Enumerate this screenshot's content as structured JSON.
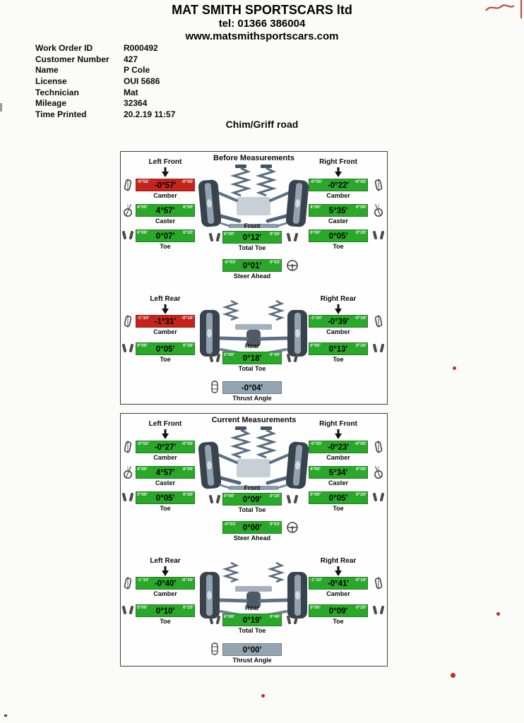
{
  "header": {
    "company": "MAT SMITH SPORTSCARS ltd",
    "phone": "tel: 01366 386004",
    "website": "www.matsmithsportscars.com"
  },
  "work_order": {
    "rows": [
      {
        "label": "Work Order ID",
        "value": "R000492"
      },
      {
        "label": "Customer Number",
        "value": "427"
      },
      {
        "label": "Name",
        "value": "P Cole"
      },
      {
        "label": "License",
        "value": "OUI 5686"
      },
      {
        "label": "Technician",
        "value": "Mat"
      },
      {
        "label": "Mileage",
        "value": "32364"
      },
      {
        "label": "Time Printed",
        "value": "20.2.19 11:57"
      }
    ]
  },
  "vehicle_title": "Chim/Griff road",
  "colors": {
    "ok": "#2aa82a",
    "out": "#c5241c",
    "neutral": "#93a5b1"
  },
  "labels": {
    "left_front": "Left Front",
    "right_front": "Right Front",
    "left_rear": "Left Rear",
    "right_rear": "Right Rear",
    "front": "Front",
    "rear": "Rear",
    "camber": "Camber",
    "caster": "Caster",
    "toe": "Toe",
    "total_toe": "Total Toe",
    "steer_ahead": "Steer Ahead",
    "thrust_angle": "Thrust Angle"
  },
  "icons": {
    "camber": "camber-wheel-tilt-icon",
    "caster": "caster-angle-icon",
    "toe": "toe-wheels-icon",
    "steer_ahead": "steering-wheel-icon",
    "thrust": "car-top-view-icon",
    "wheel_pointer": "down-arrow-icon"
  },
  "panels": {
    "before": {
      "title": "Before Measurements",
      "left_front": {
        "camber": {
          "value": "-0°57'",
          "state": "out",
          "lo": "-0°55'",
          "hi": "-0°05'"
        },
        "caster": {
          "value": "4°57'",
          "state": "ok",
          "lo": "4°00'",
          "hi": "6°00'"
        },
        "toe": {
          "value": "0°07'",
          "state": "ok",
          "lo": "0°00'",
          "hi": "0°20'"
        }
      },
      "right_front": {
        "camber": {
          "value": "-0°22'",
          "state": "ok",
          "lo": "-0°55'",
          "hi": "-0°05'"
        },
        "caster": {
          "value": "5°35'",
          "state": "ok",
          "lo": "4°00'",
          "hi": "6°00'"
        },
        "toe": {
          "value": "0°05'",
          "state": "ok",
          "lo": "0°00'",
          "hi": "0°20'"
        }
      },
      "front_total_toe": {
        "value": "0°12'",
        "state": "ok",
        "lo": "0°00'",
        "hi": "0°20'"
      },
      "steer_ahead": {
        "value": "0°01'",
        "state": "ok",
        "lo": "-0°03'",
        "hi": "0°03'"
      },
      "left_rear": {
        "camber": {
          "value": "-1°31'",
          "state": "out",
          "lo": "-1°10'",
          "hi": "-0°10'"
        },
        "toe": {
          "value": "0°05'",
          "state": "ok",
          "lo": "0°00'",
          "hi": "0°20'"
        }
      },
      "right_rear": {
        "camber": {
          "value": "-0°39'",
          "state": "ok",
          "lo": "-1°10'",
          "hi": "-0°10'"
        },
        "toe": {
          "value": "0°13'",
          "state": "ok",
          "lo": "0°00'",
          "hi": "0°20'"
        }
      },
      "rear_total_toe": {
        "value": "0°18'",
        "state": "ok",
        "lo": "0°00'",
        "hi": "0°40'"
      },
      "thrust_angle": {
        "value": "-0°04'",
        "state": "neutral"
      }
    },
    "current": {
      "title": "Current Measurements",
      "left_front": {
        "camber": {
          "value": "-0°27'",
          "state": "ok",
          "lo": "-0°55'",
          "hi": "-0°05'"
        },
        "caster": {
          "value": "4°57'",
          "state": "ok",
          "lo": "4°00'",
          "hi": "6°00'"
        },
        "toe": {
          "value": "0°05'",
          "state": "ok",
          "lo": "0°00'",
          "hi": "0°20'"
        }
      },
      "right_front": {
        "camber": {
          "value": "-0°23'",
          "state": "ok",
          "lo": "-0°55'",
          "hi": "-0°05'"
        },
        "caster": {
          "value": "5°34'",
          "state": "ok",
          "lo": "4°00'",
          "hi": "6°00'"
        },
        "toe": {
          "value": "0°05'",
          "state": "ok",
          "lo": "0°00'",
          "hi": "0°20'"
        }
      },
      "front_total_toe": {
        "value": "0°09'",
        "state": "ok",
        "lo": "0°00'",
        "hi": "0°20'"
      },
      "steer_ahead": {
        "value": "0°00'",
        "state": "ok",
        "lo": "-0°03'",
        "hi": "0°03'"
      },
      "left_rear": {
        "camber": {
          "value": "-0°40'",
          "state": "ok",
          "lo": "-1°10'",
          "hi": "-0°10'"
        },
        "toe": {
          "value": "0°10'",
          "state": "ok",
          "lo": "0°00'",
          "hi": "0°20'"
        }
      },
      "right_rear": {
        "camber": {
          "value": "-0°41'",
          "state": "ok",
          "lo": "-1°10'",
          "hi": "-0°10'"
        },
        "toe": {
          "value": "0°09'",
          "state": "ok",
          "lo": "0°00'",
          "hi": "0°20'"
        }
      },
      "rear_total_toe": {
        "value": "0°19'",
        "state": "ok",
        "lo": "0°00'",
        "hi": "0°40'"
      },
      "thrust_angle": {
        "value": "0°00'",
        "state": "neutral"
      }
    }
  }
}
